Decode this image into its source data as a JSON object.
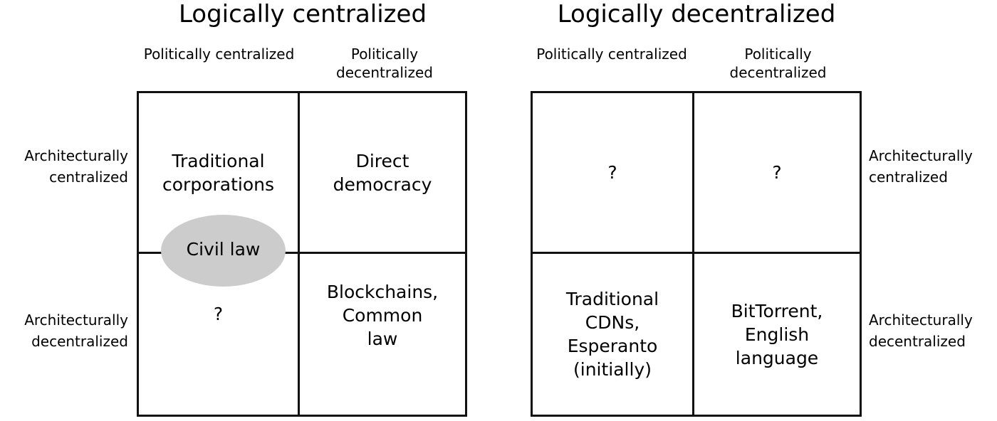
{
  "diagram": {
    "title_left": "Logically centralized",
    "title_right": "Logically decentralized",
    "colors": {
      "line": "#111111",
      "text": "#000000",
      "background": "#ffffff",
      "highlight_ellipse": "#cccccc"
    }
  },
  "matrix_left": {
    "title": "Logically centralized",
    "column_headers": [
      "Politically\ncentralized",
      "Politically\ndecentralized"
    ],
    "row_labels": [
      "Architecturally\ncentralized",
      "Architecturally\ndecentralized"
    ],
    "row_label_side": "left",
    "cells": [
      {
        "row": 0,
        "col": 0,
        "text": "Traditional\ncorporations",
        "align": "center"
      },
      {
        "row": 0,
        "col": 1,
        "text": "Direct\ndemocracy",
        "align": "center"
      },
      {
        "row": 1,
        "col": 0,
        "text": "?",
        "align": "upper"
      },
      {
        "row": 1,
        "col": 1,
        "text": "Blockchains,\nCommon\nlaw",
        "align": "upper"
      }
    ],
    "overlay": {
      "label": "Civil law",
      "shape": "ellipse",
      "fill": "#cccccc",
      "straddles": "row-divider-column-0"
    }
  },
  "matrix_right": {
    "title": "Logically decentralized",
    "column_headers": [
      "Politically\ncentralized",
      "Politically\ndecentralized"
    ],
    "row_labels": [
      "Architecturally\ncentralized",
      "Architecturally\ndecentralized"
    ],
    "row_label_side": "right",
    "cells": [
      {
        "row": 0,
        "col": 0,
        "text": "?",
        "align": "center"
      },
      {
        "row": 0,
        "col": 1,
        "text": "?",
        "align": "center"
      },
      {
        "row": 1,
        "col": 0,
        "text": "Traditional\nCDNs,\nEsperanto\n(initially)",
        "align": "center"
      },
      {
        "row": 1,
        "col": 1,
        "text": "BitTorrent,\nEnglish\nlanguage",
        "align": "center"
      }
    ]
  }
}
